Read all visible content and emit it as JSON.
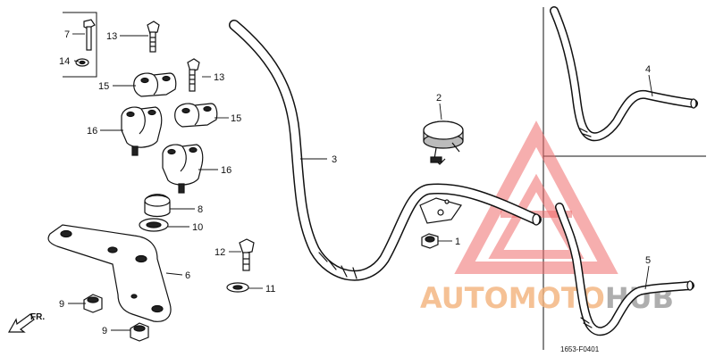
{
  "callouts": {
    "p1": "1",
    "p2": "2",
    "p3": "3",
    "p4": "4",
    "p5": "5",
    "p6": "6",
    "p7": "7",
    "p8": "8",
    "p9a": "9",
    "p9b": "9",
    "p10": "10",
    "p11": "11",
    "p12": "12",
    "p13a": "13",
    "p13b": "13",
    "p14": "14",
    "p15a": "15",
    "p15b": "15",
    "p16a": "16",
    "p16b": "16"
  },
  "direction_label": "FR.",
  "figure_code": "1653-F0401",
  "watermark": {
    "part1": "AUTOMOTO",
    "part2": "HUB",
    "color_primary": "#f3b27a",
    "color_secondary": "#9a9a9a",
    "triangle_color": "#ef6b6b"
  }
}
